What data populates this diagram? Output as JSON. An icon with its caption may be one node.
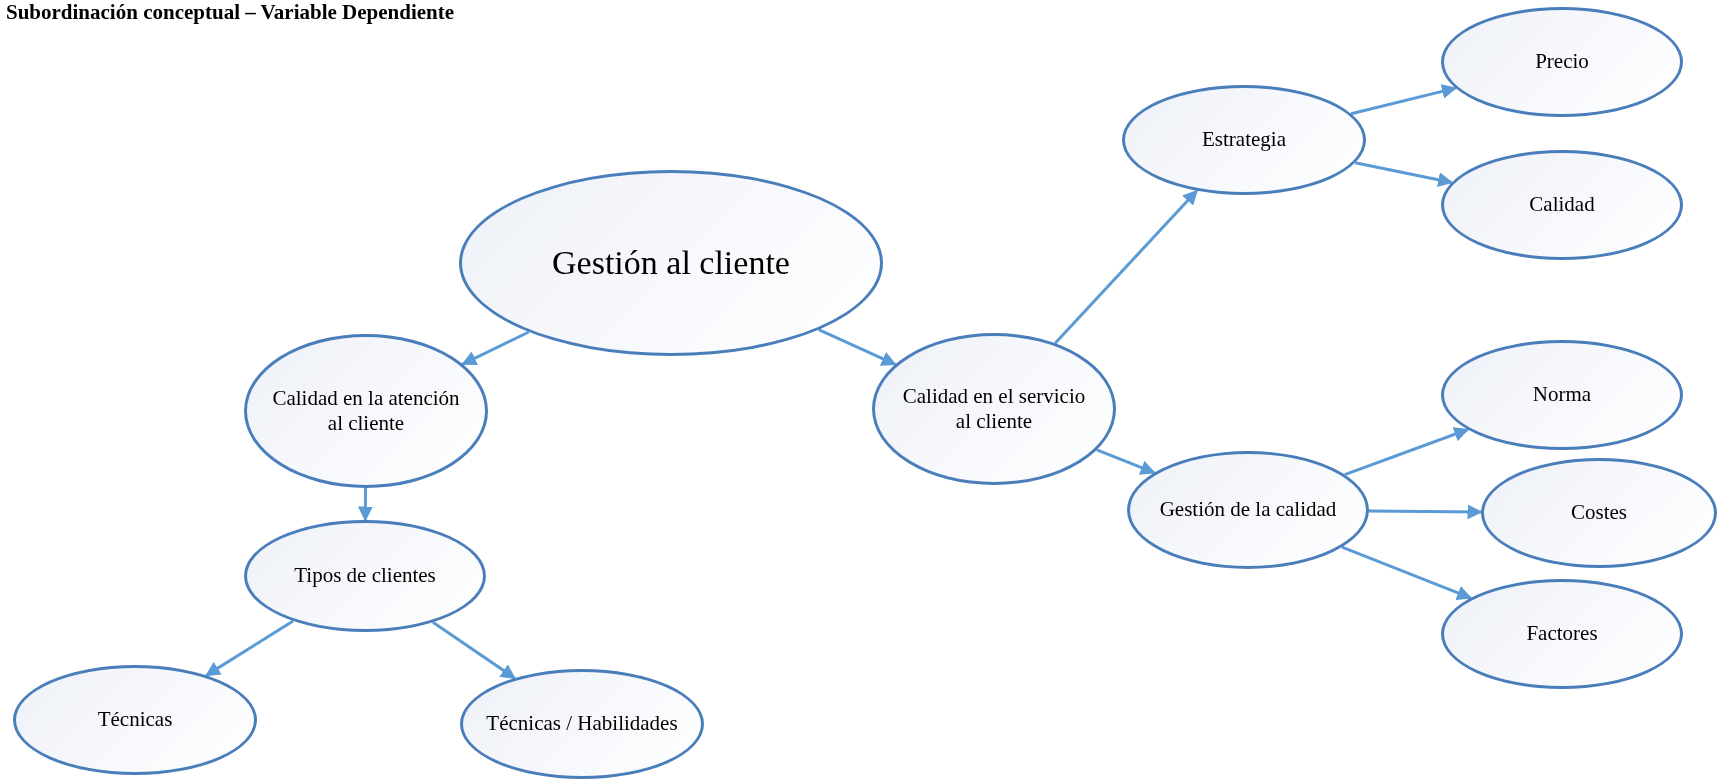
{
  "diagram": {
    "title": "Subordinación conceptual – Variable Dependiente",
    "nodes": [
      {
        "text": [
          "Gestión al cliente"
        ]
      },
      {
        "text": [
          "Calidad en la atención al cliente"
        ]
      },
      {
        "text": [
          "Calidad en el servicio al cliente"
        ]
      },
      {
        "text": [
          "Estrategia"
        ]
      },
      {
        "text": [
          "Precio"
        ]
      },
      {
        "text": [
          "Calidad"
        ]
      },
      {
        "text": [
          "Tipos de clientes"
        ]
      },
      {
        "text": [
          "Técnicas"
        ]
      },
      {
        "text": [
          "Técnicas / Habilidades"
        ]
      },
      {
        "text": [
          "Gestión de la calidad"
        ]
      },
      {
        "text": [
          "Norma"
        ]
      },
      {
        "text": [
          "Costes"
        ]
      },
      {
        "text": [
          "Factores"
        ]
      }
    ],
    "edges": [
      {
        "from": 0,
        "to": 1,
        "arrow": "to"
      },
      {
        "from": 0,
        "to": 2,
        "arrow": "to"
      },
      {
        "from": 1,
        "to": 6,
        "arrow": "to"
      },
      {
        "from": 6,
        "to": 7,
        "arrow": "to"
      },
      {
        "from": 6,
        "to": 8,
        "arrow": "to"
      },
      {
        "from": 2,
        "to": 3,
        "arrow": "to"
      },
      {
        "from": 2,
        "to": 9,
        "arrow": "to"
      },
      {
        "from": 3,
        "to": 4,
        "arrow": "to"
      },
      {
        "from": 3,
        "to": 5,
        "arrow": "to"
      },
      {
        "from": 9,
        "to": 10,
        "arrow": "to"
      },
      {
        "from": 9,
        "to": 11,
        "arrow": "to"
      },
      {
        "from": 9,
        "to": 12,
        "arrow": "to"
      }
    ]
  }
}
